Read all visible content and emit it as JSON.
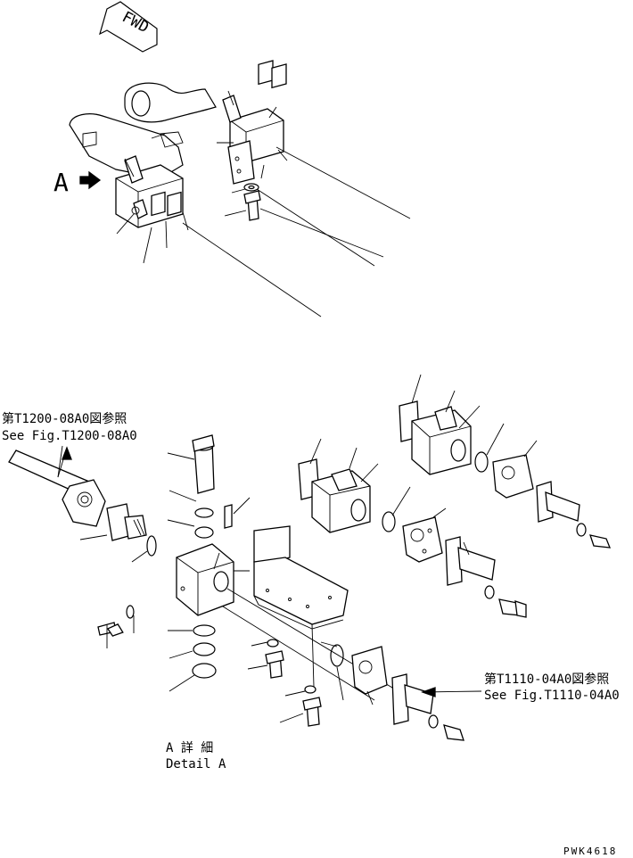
{
  "fwd_label": "FWD",
  "view_label": "A",
  "ref_top": {
    "jp": "第T1200-08A0図参照",
    "en": "See Fig.T1200-08A0"
  },
  "ref_right": {
    "jp": "第T1110-04A0図参照",
    "en": "See Fig.T1110-04A0"
  },
  "detail": {
    "jp": "A 詳 細",
    "en": "Detail A"
  },
  "drawing_code": "PWK4618"
}
